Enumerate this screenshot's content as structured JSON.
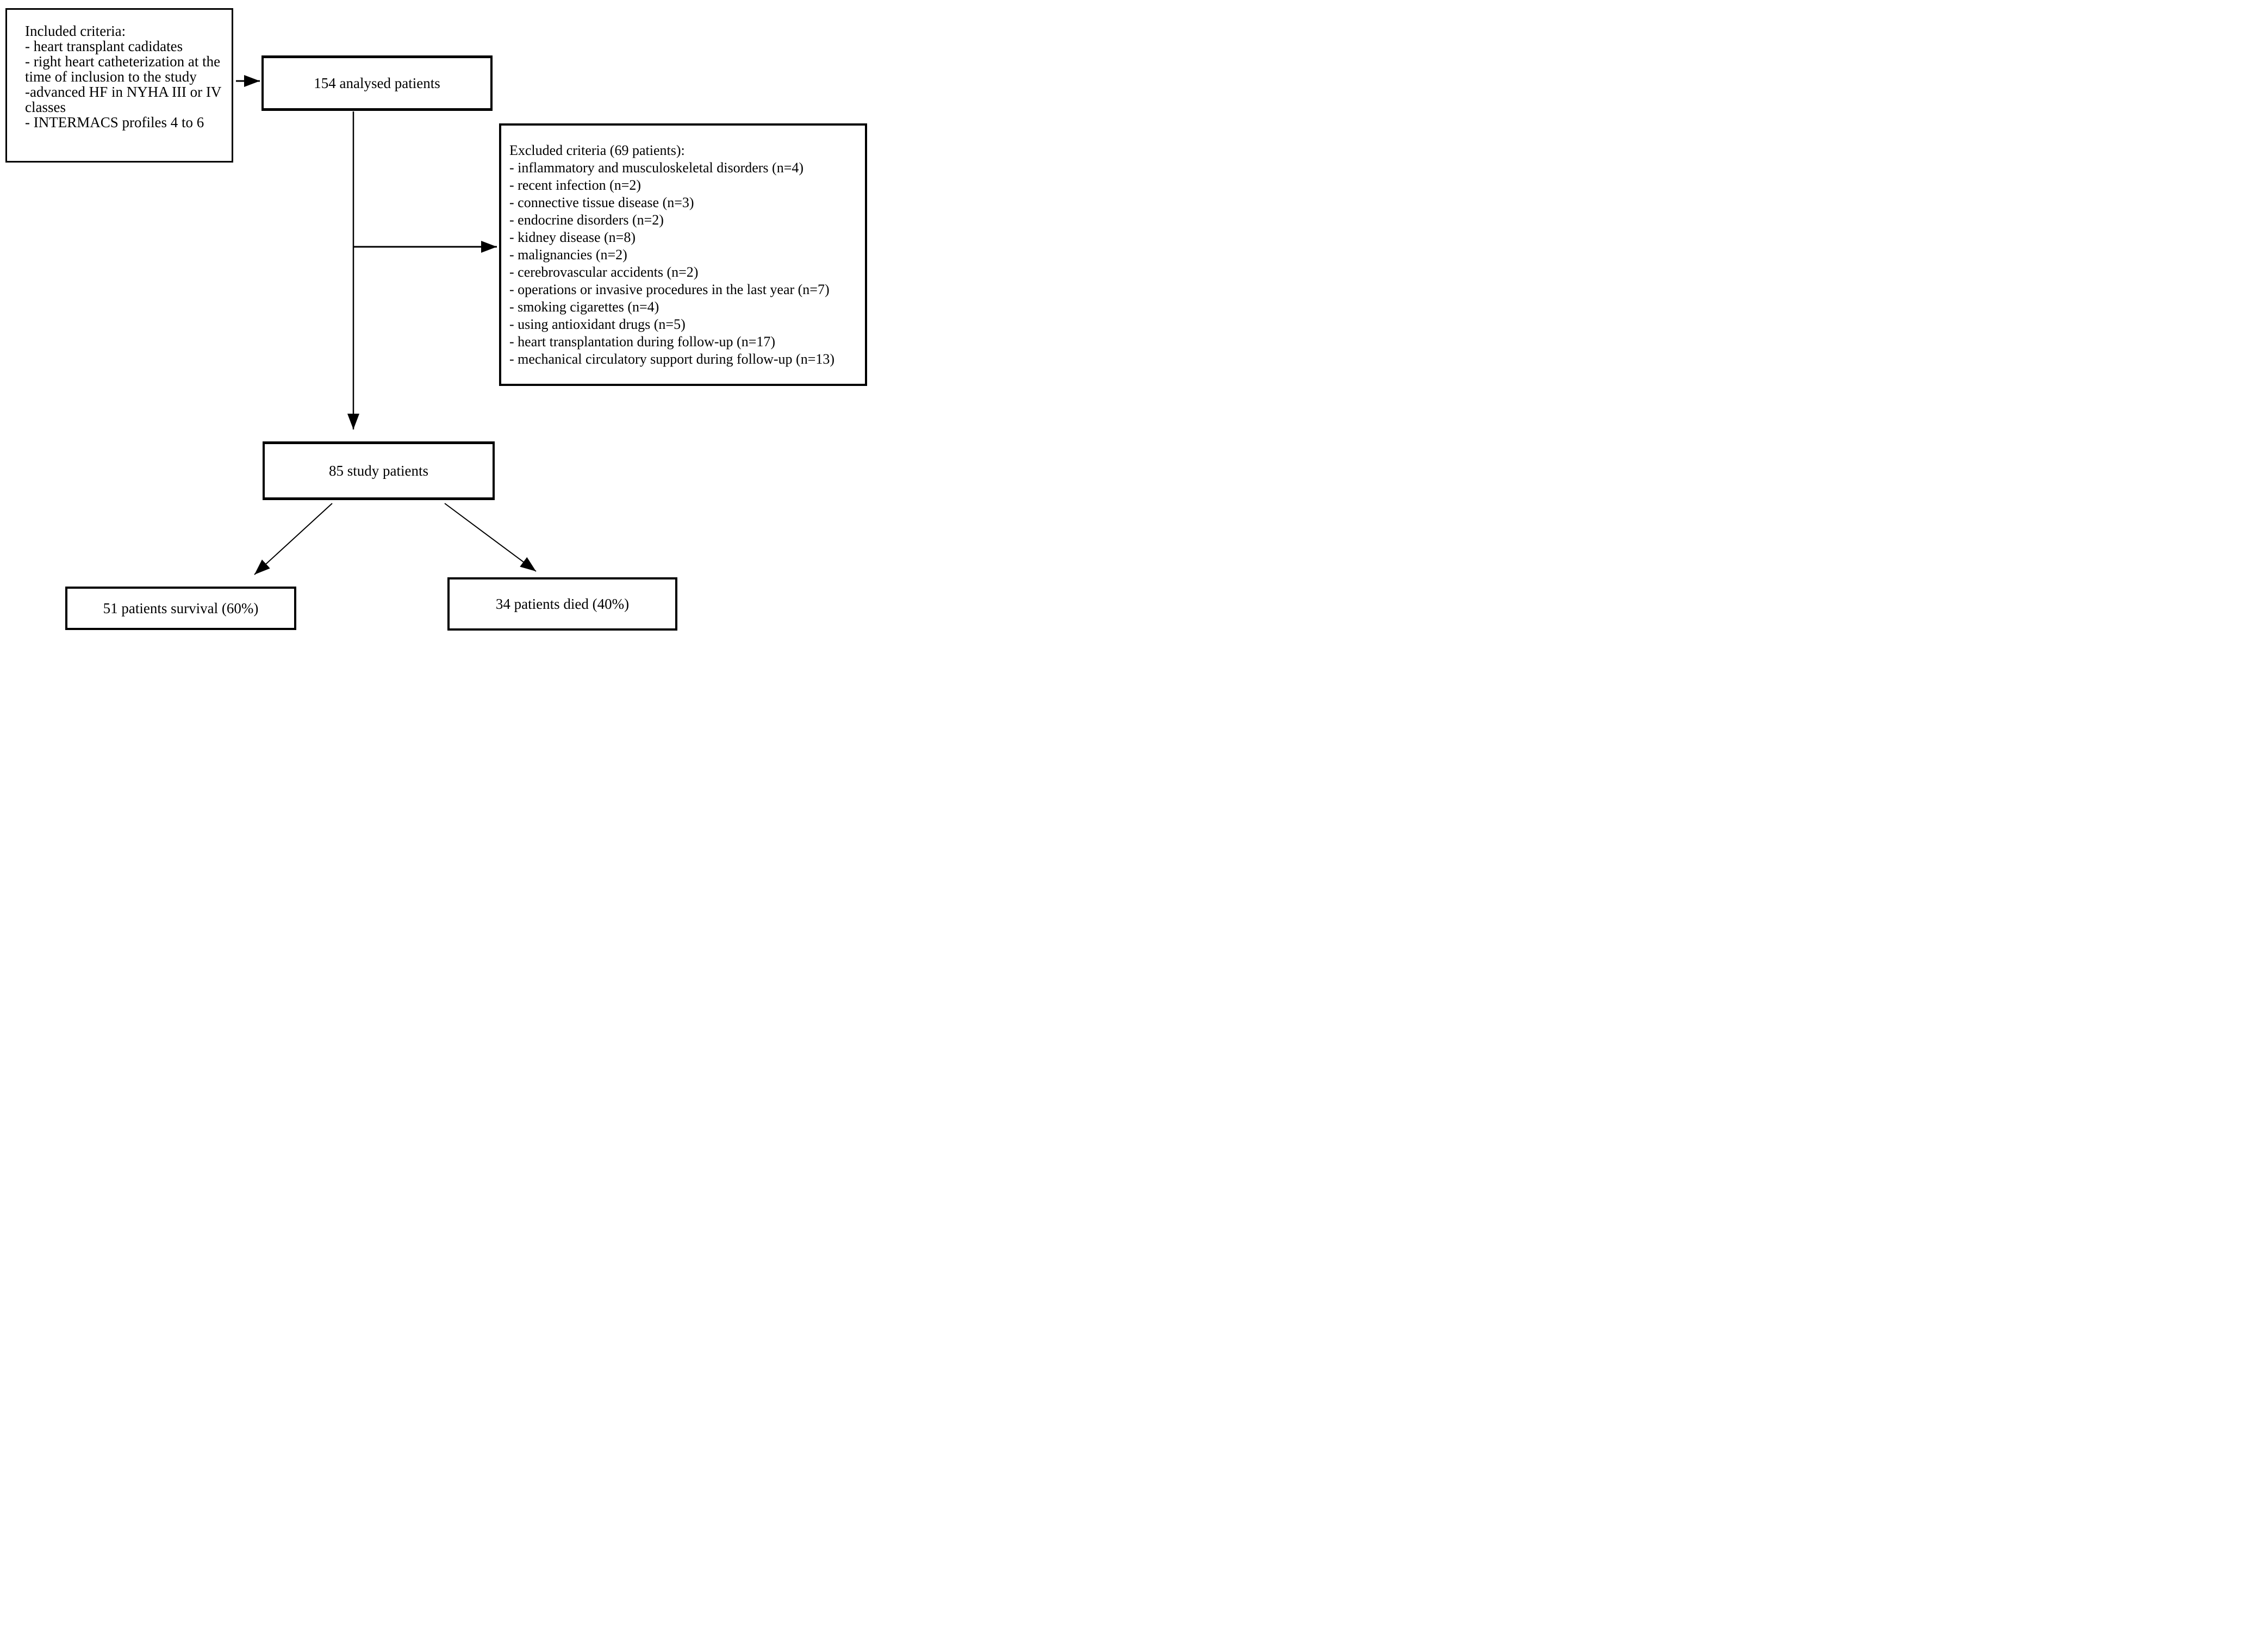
{
  "figure": {
    "type": "flowchart",
    "background_color": "#ffffff",
    "line_color": "#000000",
    "boxes": {
      "included": {
        "lines": [
          "Included criteria:",
          "- heart transplant cadidates",
          "- right heart catheterization at the",
          "time of inclusion to the study",
          "-advanced HF in NYHA III or IV",
          "classes",
          "- INTERMACS profiles 4 to 6"
        ]
      },
      "analysed": {
        "label": "154 analysed patients"
      },
      "excluded": {
        "lines": [
          "Excluded criteria (69 patients):",
          "- inflammatory and musculoskeletal disorders (n=4)",
          "- recent infection (n=2)",
          "- connective tissue disease (n=3)",
          "- endocrine disorders (n=2)",
          "- kidney disease (n=8)",
          "- malignancies (n=2)",
          "- cerebrovascular accidents (n=2)",
          "- operations or invasive procedures in the last year (n=7)",
          "- smoking cigarettes (n=4)",
          "- using antioxidant drugs (n=5)",
          "- heart transplantation during follow-up (n=17)",
          "- mechanical circulatory support during follow-up (n=13)"
        ]
      },
      "study": {
        "label": "85 study patients"
      },
      "survival": {
        "label": "51 patients survival (60%)"
      },
      "died": {
        "label": "34 patients died (40%)"
      }
    }
  }
}
